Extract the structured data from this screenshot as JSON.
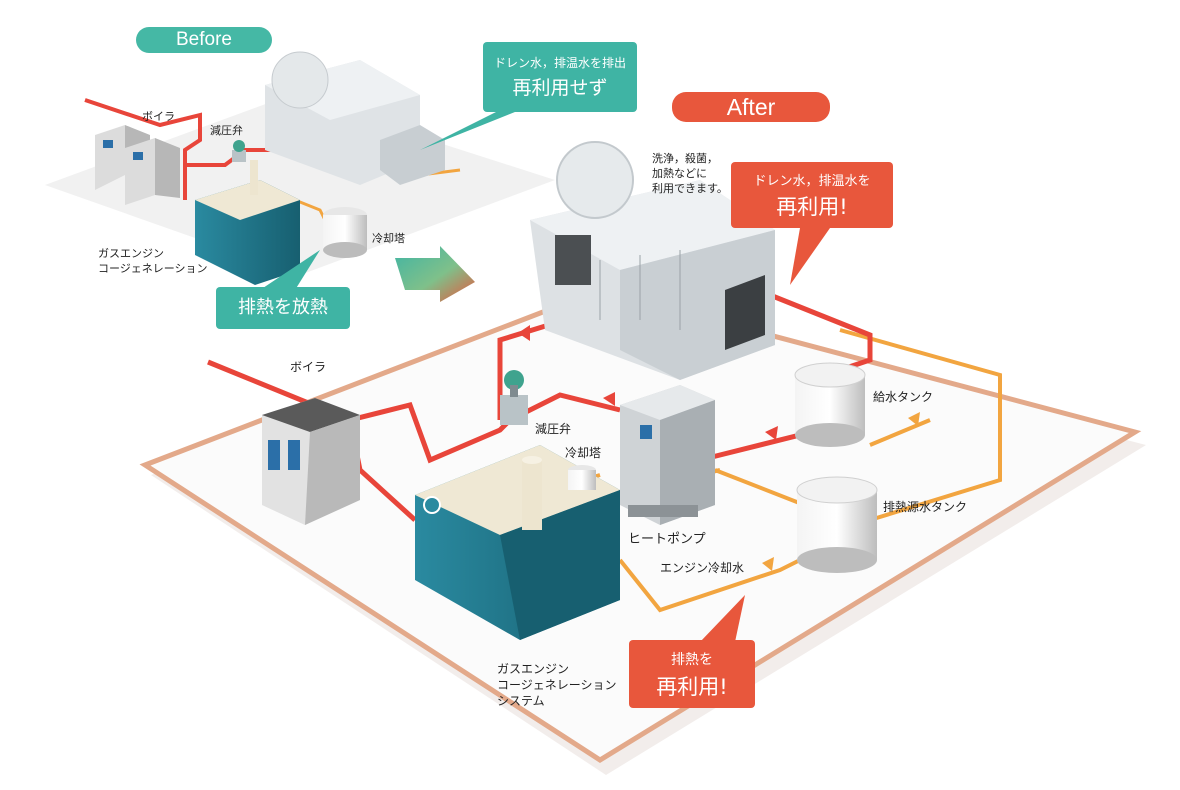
{
  "header": {
    "before_label": "Before",
    "after_label": "After"
  },
  "before": {
    "boiler": "ボイラ",
    "pressure_valve": "減圧弁",
    "cooling_tower": "冷却塔",
    "cogeneration_line1": "ガスエンジン",
    "cogeneration_line2": "コージェネレーション",
    "drain_callout_line1": "ドレン水，排温水を排出",
    "drain_callout_line2": "再利用せず",
    "heat_callout": "排熱を放熱"
  },
  "after": {
    "washer_note_line1": "洗浄，殺菌，",
    "washer_note_line2": "加熱などに",
    "washer_note_line3": "利用できます。",
    "drain_callout_line1": "ドレン水，排温水を",
    "drain_callout_line2": "再利用!",
    "boiler": "ボイラ",
    "pressure_valve": "減圧弁",
    "cooling_tower": "冷却塔",
    "heat_pump": "ヒートポンプ",
    "feed_tank": "給水タンク",
    "waste_heat_tank": "排熱源水タンク",
    "engine_cooling_water": "エンジン冷却水",
    "cogeneration_line1": "ガスエンジン",
    "cogeneration_line2": "コージェネレーション",
    "cogeneration_line3": "システム",
    "heat_callout_line1": "排熱を",
    "heat_callout_line2": "再利用!"
  },
  "colors": {
    "before_accent": "#45b8a5",
    "after_accent": "#e8573c",
    "steam_pipe": "#e8453a",
    "water_pipe": "#f2a540",
    "engine_body": "#1f7386",
    "platform_edge": "#e3a98a"
  },
  "icons": {
    "flow_arrow": "flow-arrow-icon",
    "transition_arrow": "transition-arrow-icon"
  }
}
